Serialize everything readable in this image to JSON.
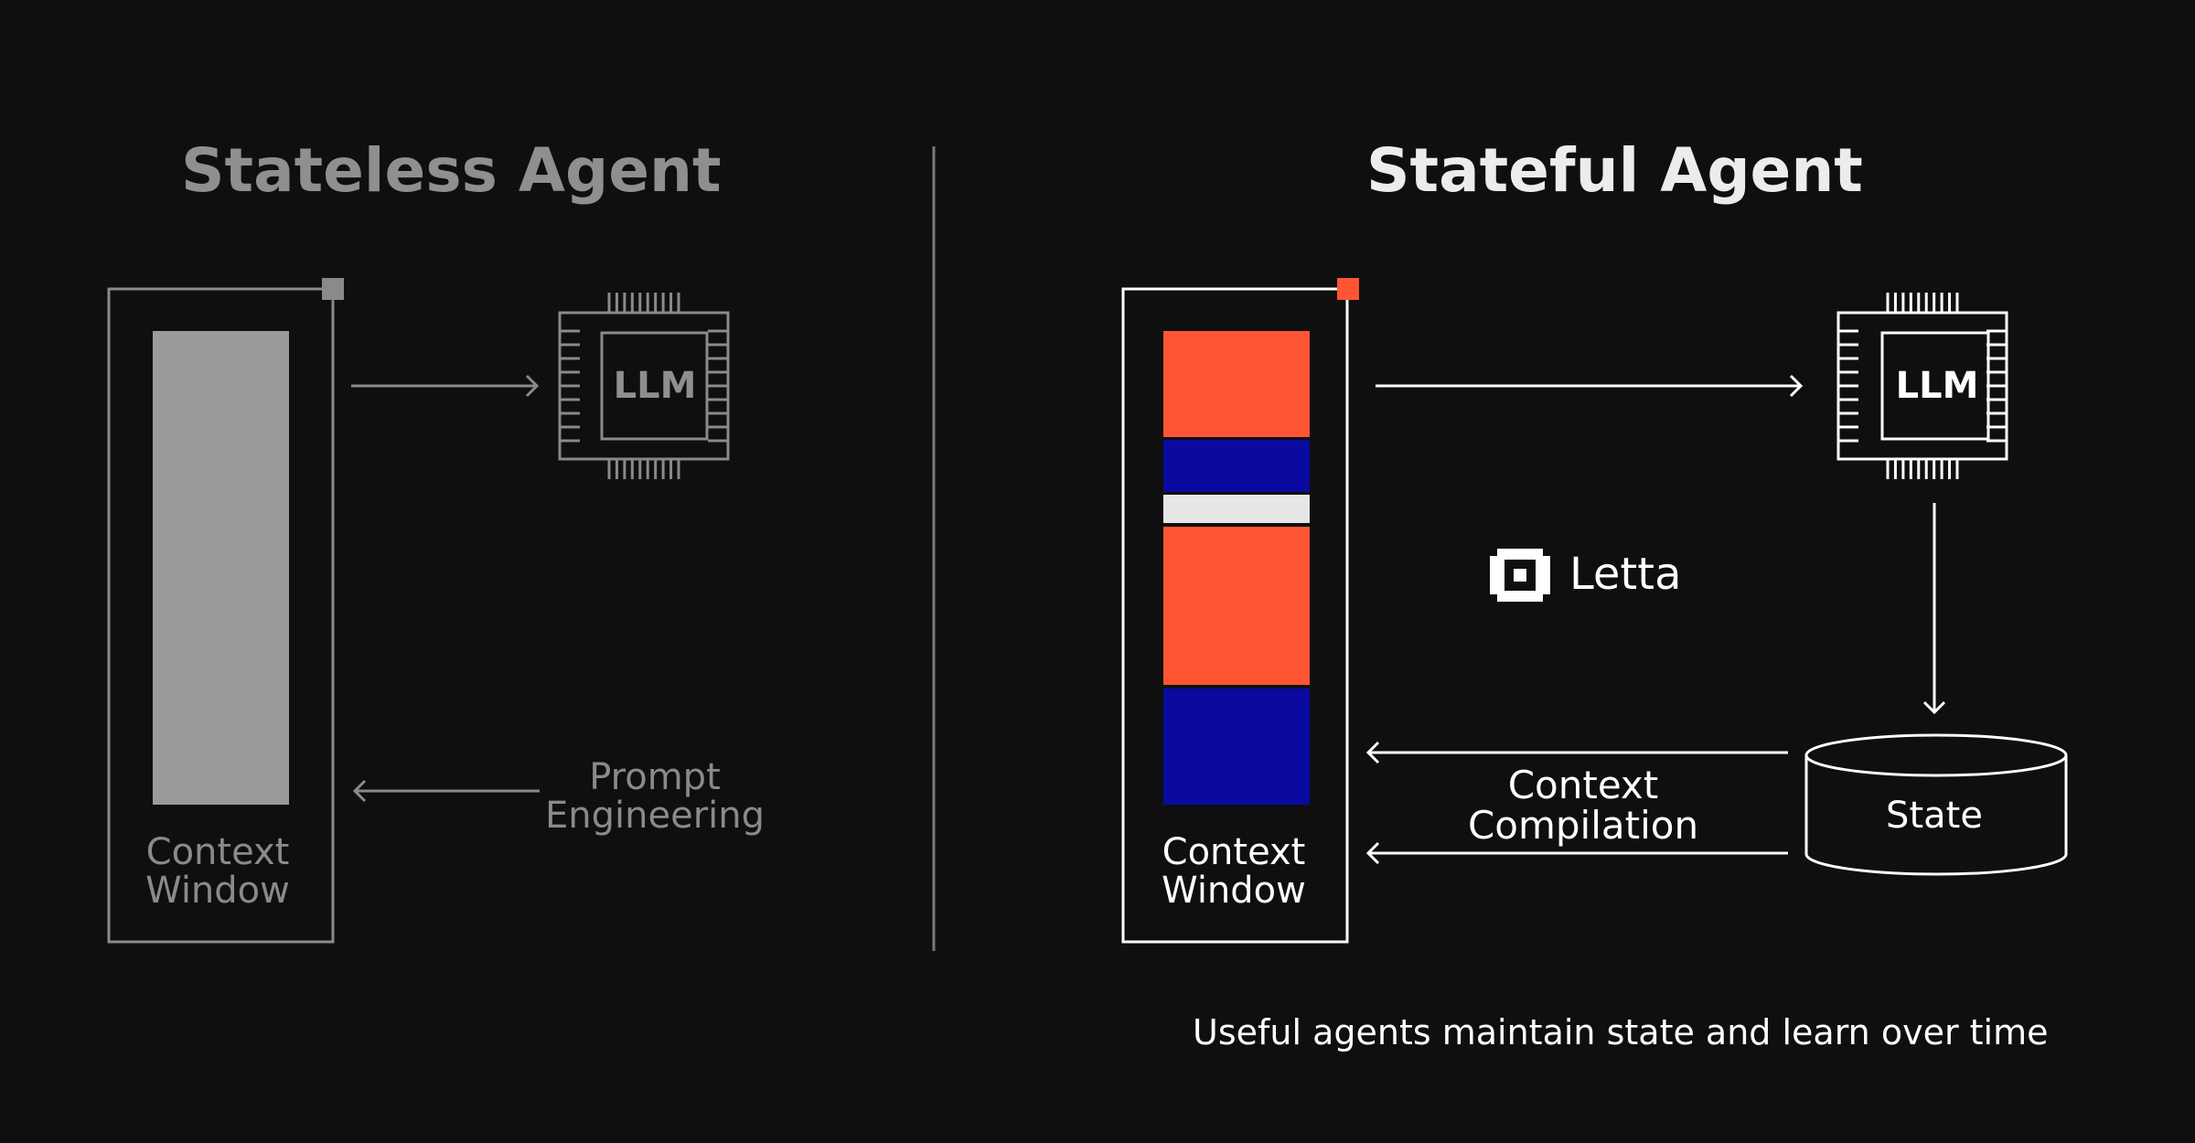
{
  "stateless": {
    "title": "Stateless Agent",
    "llm_label": "LLM",
    "context_window_label_line1": "Context",
    "context_window_label_line2": "Window",
    "prompt_label_line1": "Prompt",
    "prompt_label_line2": "Engineering"
  },
  "stateful": {
    "title": "Stateful Agent",
    "llm_label": "LLM",
    "context_window_label_line1": "Context",
    "context_window_label_line2": "Window",
    "compilation_label_line1": "Context",
    "compilation_label_line2": "Compilation",
    "state_label": "State",
    "brand": "Letta",
    "brand_icon": "letta-logo-icon",
    "tagline": "Useful agents maintain state and learn over time"
  },
  "colors": {
    "background": "#0f0f0f",
    "muted": "#8f8f8f",
    "white": "#ffffff",
    "orange": "#ff5533",
    "blue": "#0a0aa0",
    "light_gray": "#e6e6e6"
  }
}
